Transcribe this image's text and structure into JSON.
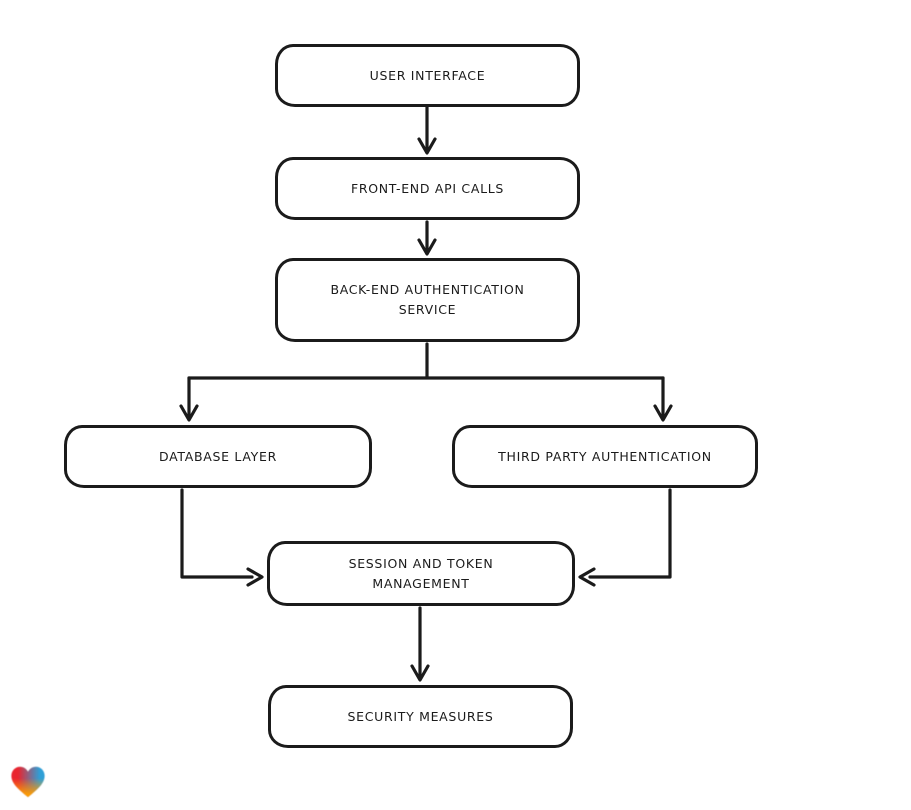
{
  "diagram": {
    "type": "flowchart",
    "style": "hand-drawn",
    "colors": {
      "stroke": "#1b1b1b",
      "node_fill": "#ffffff",
      "background": "#ffffff"
    },
    "nodes": [
      {
        "id": "user-interface",
        "label": "USER INTERFACE"
      },
      {
        "id": "front-end-api-calls",
        "label": "FRONT-END API CALLS"
      },
      {
        "id": "back-end-authentication-service",
        "label": "BACK-END AUTHENTICATION\nSERVICE"
      },
      {
        "id": "database-layer",
        "label": "DATABASE LAYER"
      },
      {
        "id": "third-party-authentication",
        "label": "THIRD PARTY AUTHENTICATION"
      },
      {
        "id": "session-and-token-management",
        "label": "SESSION AND TOKEN\nMANAGEMENT"
      },
      {
        "id": "security-measures",
        "label": "SECURITY MEASURES"
      }
    ],
    "edges": [
      {
        "from": "user-interface",
        "to": "front-end-api-calls"
      },
      {
        "from": "front-end-api-calls",
        "to": "back-end-authentication-service"
      },
      {
        "from": "back-end-authentication-service",
        "to": "database-layer"
      },
      {
        "from": "back-end-authentication-service",
        "to": "third-party-authentication"
      },
      {
        "from": "database-layer",
        "to": "session-and-token-management"
      },
      {
        "from": "third-party-authentication",
        "to": "session-and-token-management"
      },
      {
        "from": "session-and-token-management",
        "to": "security-measures"
      }
    ]
  },
  "logo": {
    "name": "lovable-heart-badge",
    "colors": [
      "#e9252f",
      "#2f9fd6",
      "#ff9e00"
    ]
  }
}
